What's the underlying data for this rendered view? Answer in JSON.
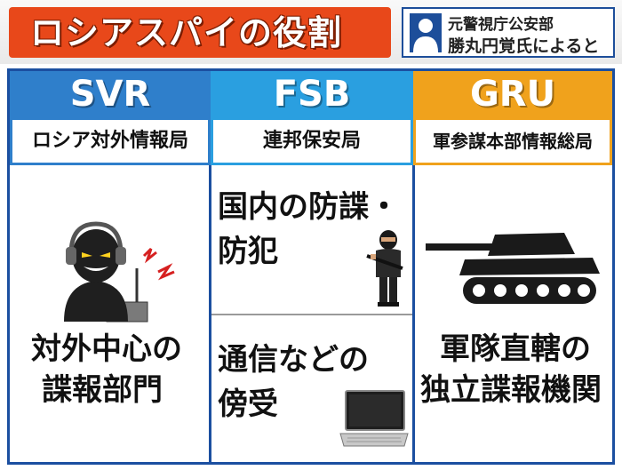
{
  "header": {
    "title": "ロシアスパイの役割",
    "source_line1": "元警視庁公安部",
    "source_line2": "勝丸円覚氏によると"
  },
  "columns": [
    {
      "name": "SVR",
      "subtitle": "ロシア対外情報局",
      "color": "#2f7fcb",
      "description": [
        "対外中心の",
        "諜報部門"
      ]
    },
    {
      "name": "FSB",
      "subtitle": "連邦保安局",
      "color": "#2a9fe0",
      "sections": [
        {
          "description": [
            "国内の防諜・",
            "防犯"
          ]
        },
        {
          "description": [
            "通信などの",
            "傍受"
          ]
        }
      ]
    },
    {
      "name": "GRU",
      "subtitle": "軍参謀本部情報総局",
      "color": "#f0a21c",
      "description": [
        "軍隊直轄の",
        "独立諜報機関"
      ]
    }
  ],
  "icons": [
    "person-icon",
    "hacker-icon",
    "soldier-icon",
    "laptop-icon",
    "tank-icon"
  ],
  "colors": {
    "title_bg": "#e8481a",
    "border": "#1b4fa0"
  }
}
